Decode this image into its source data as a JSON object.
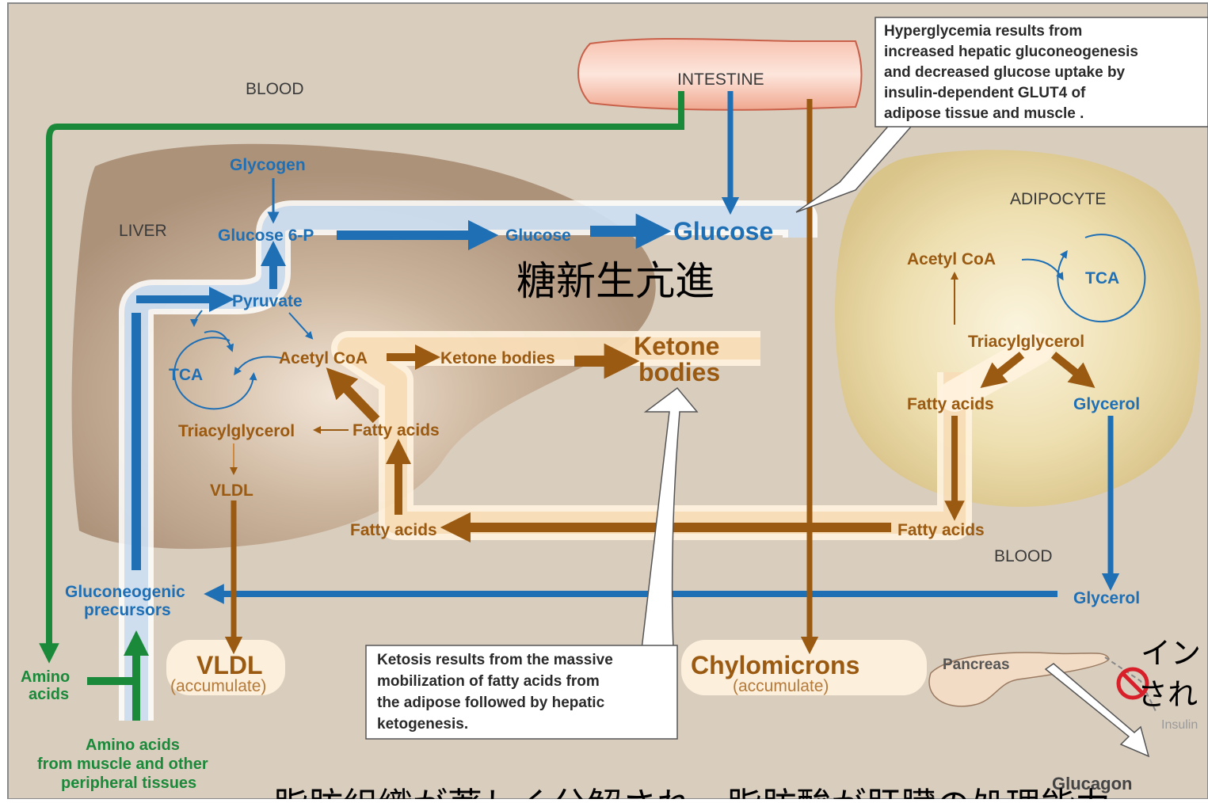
{
  "regions": {
    "blood_top": "BLOOD",
    "intestine": "INTESTINE",
    "liver": "LIVER",
    "adipocyte": "ADIPOCYTE",
    "blood_bottom": "BLOOD",
    "pancreas": "Pancreas",
    "insulin": "Insulin",
    "glucagon": "Glucagon"
  },
  "liver": {
    "glycogen": "Glycogen",
    "glucose6p": "Glucose 6-P",
    "glucose_small": "Glucose",
    "pyruvate": "Pyruvate",
    "tca": "TCA",
    "acetyl_coa": "Acetyl CoA",
    "ketone_bodies_small": "Ketone bodies",
    "triacylglycerol": "Triacylglycerol",
    "fatty_acids": "Fatty acids",
    "vldl_small": "VLDL"
  },
  "blood": {
    "glucose_big": "Glucose",
    "ketone_line1": "Ketone",
    "ketone_line2": "bodies",
    "fatty_acids_left": "Fatty acids",
    "fatty_acids_right": "Fatty acids",
    "gluconeogenic_line1": "Gluconeogenic",
    "gluconeogenic_line2": "precursors",
    "glycerol_blood": "Glycerol",
    "vldl_big": "VLDL",
    "vldl_note": "(accumulate)",
    "chylo_big": "Chylomicrons",
    "chylo_note": "(accumulate)",
    "amino_line1": "Amino",
    "amino_line2": "acids",
    "amino_src_line1": "Amino acids",
    "amino_src_line2": "from muscle and other",
    "amino_src_line3": "peripheral tissues"
  },
  "adipocyte": {
    "acetyl_coa": "Acetyl CoA",
    "tca": "TCA",
    "triacylglycerol": "Triacylglycerol",
    "fatty_acids": "Fatty acids",
    "glycerol": "Glycerol"
  },
  "callouts": {
    "hyper": [
      "Hyperglycemia results from",
      "increased hepatic gluconeogenesis",
      "and decreased glucose uptake by",
      "insulin-dependent GLUT4 of",
      "adipose tissue and muscle ."
    ],
    "ketosis": [
      "Ketosis results from the massive",
      "mobilization of fatty acids from",
      "the adipose followed by hepatic",
      "ketogenesis."
    ]
  },
  "japanese": {
    "gluconeogenesis": "糖新生亢進",
    "insulin_line1": "イン",
    "insulin_line2": "され",
    "bottom_caption": "脂肪組織が著しく分解され、脂肪酸が肝臓の処理能力"
  },
  "colors": {
    "background": "#d9cdbe",
    "liver": "#b39a82",
    "adipocyte": "#ecdcaa",
    "blue": "#1f6fb5",
    "brown": "#9a5a12",
    "green": "#1a8a3a"
  }
}
